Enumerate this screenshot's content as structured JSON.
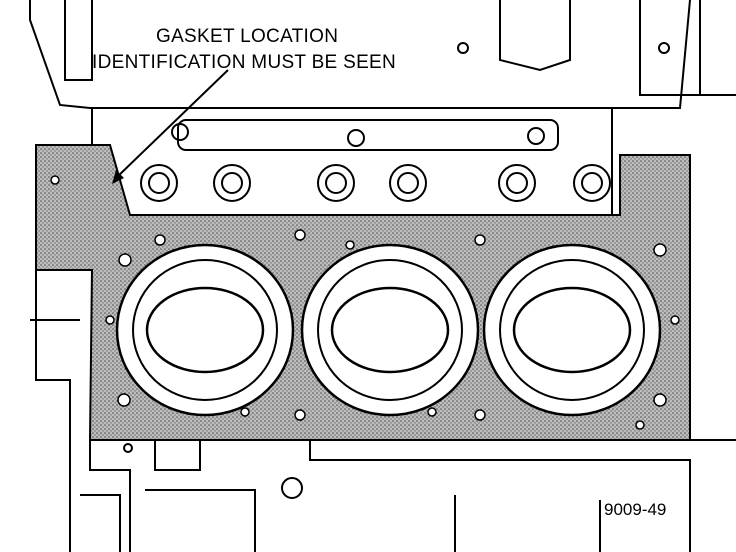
{
  "callout": {
    "line1": "GASKET LOCATION",
    "line2": "IDENTIFICATION MUST BE SEEN"
  },
  "figure_number": "9009-49",
  "colors": {
    "ink": "#000000",
    "paper": "#ffffff",
    "gasket_fill": "#9a9a9a"
  }
}
